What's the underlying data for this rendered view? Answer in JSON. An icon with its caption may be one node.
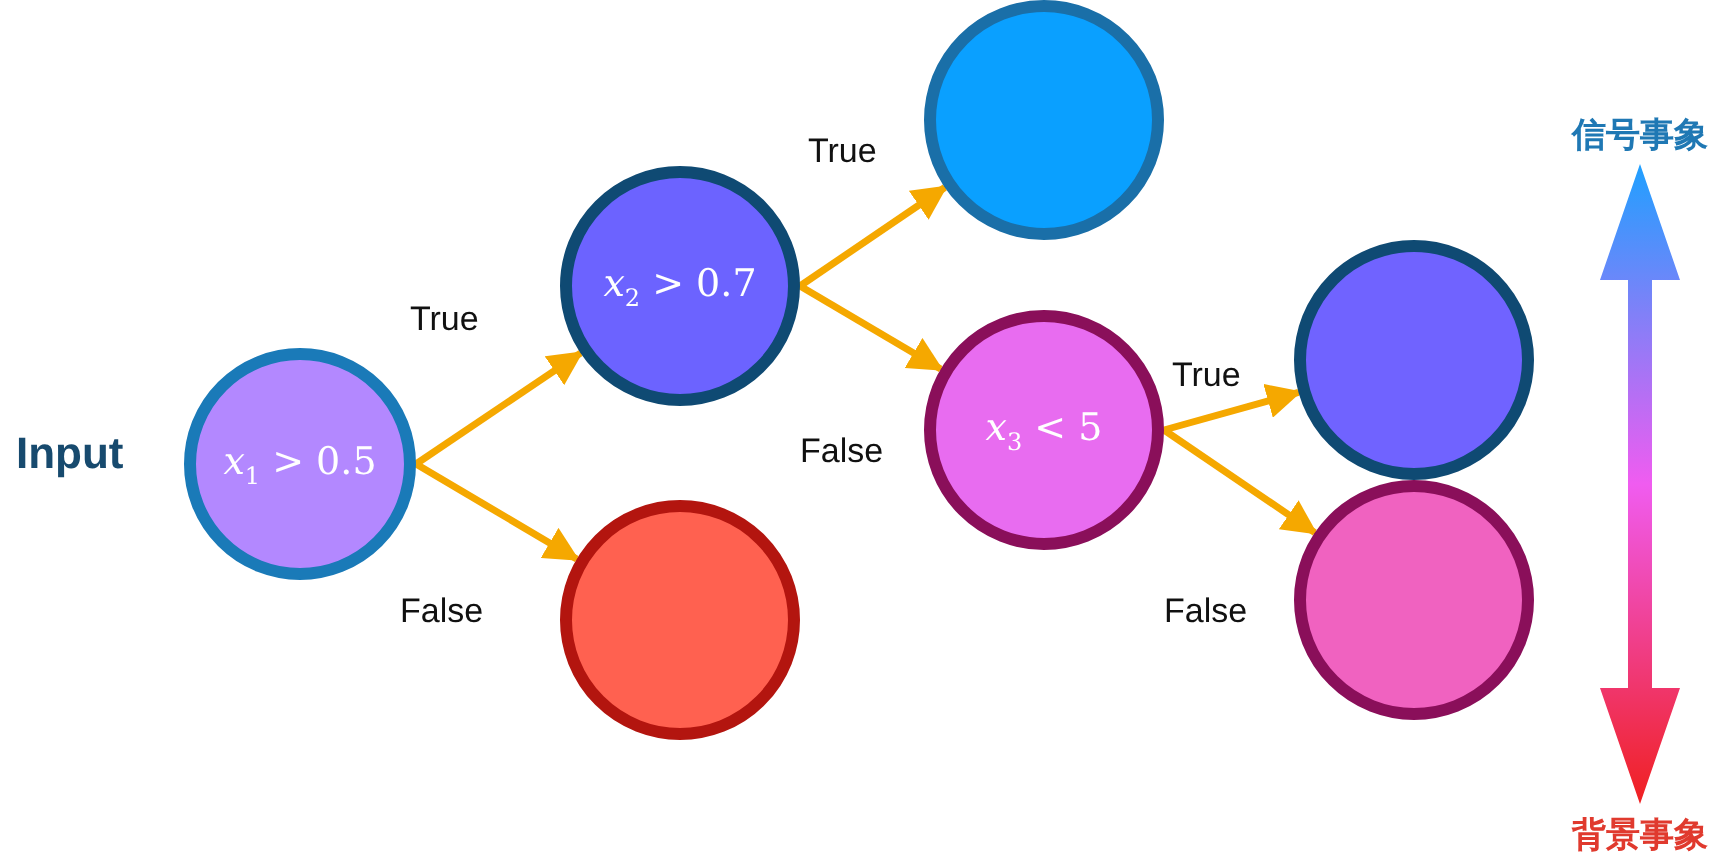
{
  "diagram": {
    "nodes": [
      {
        "text": [
          "*x*$_{1}$ > 0.5"
        ],
        "beside": [
          "Input"
        ]
      },
      {
        "text": [
          "*x*$_{2}$ > 0.7"
        ]
      },
      {
        "text": [],
        "shape": "circle"
      },
      {
        "text": [],
        "shape": "circle"
      },
      {
        "text": [
          "*x*$_{3}$ < 5"
        ]
      },
      {
        "text": [],
        "shape": "circle"
      },
      {
        "text": [],
        "shape": "circle"
      },
      {
        "text": [
          "信号事象"
        ]
      },
      {
        "text": [
          "背景事象"
        ]
      }
    ],
    "edges": [
      {
        "from": 0,
        "to": 1,
        "arrow": "to",
        "label": "True"
      },
      {
        "from": 0,
        "to": 2,
        "arrow": "to",
        "label": "False"
      },
      {
        "from": 1,
        "to": 3,
        "arrow": "to",
        "label": "True"
      },
      {
        "from": 1,
        "to": 4,
        "arrow": "to",
        "label": "False"
      },
      {
        "from": 4,
        "to": 5,
        "arrow": "to",
        "label": "True"
      },
      {
        "from": 4,
        "to": 6,
        "arrow": "to",
        "label": "False"
      },
      {
        "from": 7,
        "to": 8,
        "arrow": "both"
      }
    ]
  }
}
